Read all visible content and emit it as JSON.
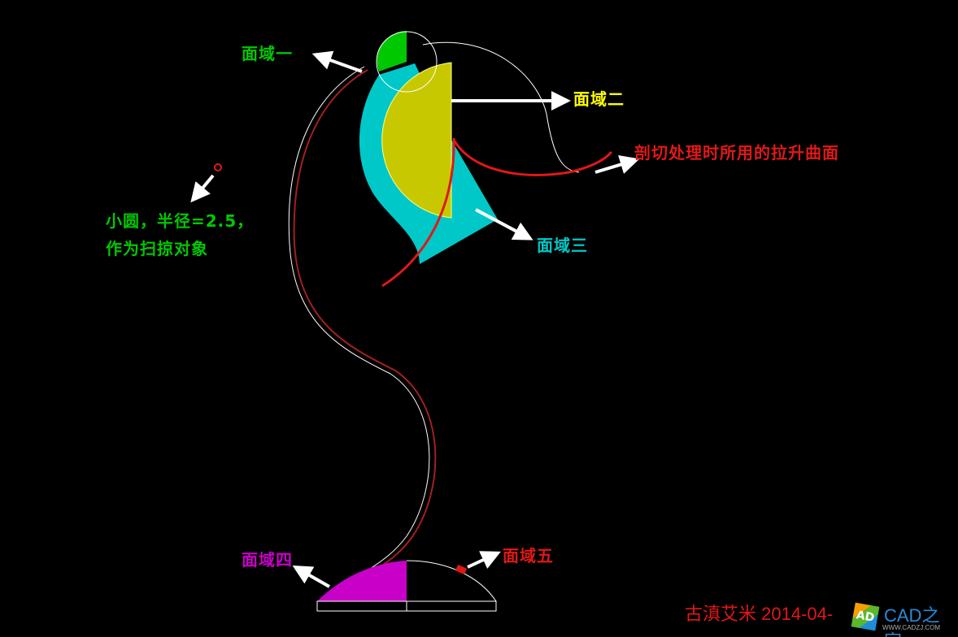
{
  "labels": {
    "region1": "面域一",
    "region2": "面域二",
    "region3": "面域三",
    "region4": "面域四",
    "region5": "面域五",
    "loft_surface": "剖切处理时所用的拉升曲面",
    "small_circle_line1": "小圆，半径=2.5，",
    "small_circle_line2": "作为扫掠对象"
  },
  "footer": {
    "author": "古滇艾米",
    "date": "2014-04-"
  },
  "watermark": {
    "brand": "CAD之家",
    "url": "WWW.CADZJ.COM",
    "cube_letter": "AD"
  },
  "colors": {
    "green": "#00c800",
    "yellow": "#c8c800",
    "cyan": "#00c8c8",
    "magenta": "#c800c8",
    "red": "#e01818"
  }
}
